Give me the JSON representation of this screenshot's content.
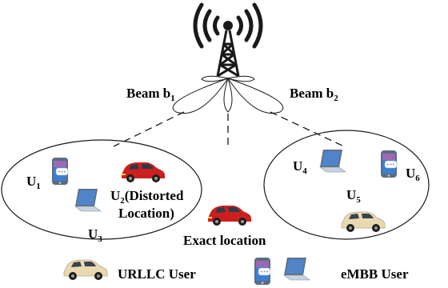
{
  "tower": {
    "icon": "cell-tower-icon",
    "signal_icon": "radio-waves-icon"
  },
  "beams": [
    {
      "name": "Beam b",
      "subscript": "1"
    },
    {
      "name": "Beam b",
      "subscript": "2"
    }
  ],
  "users": {
    "u1": {
      "letter": "U",
      "sub": "1",
      "icon": "smartphone-icon"
    },
    "u2": {
      "letter": "U",
      "sub": "2",
      "suffix": "(Distorted",
      "line2": "Location)",
      "icon": "red-car-icon"
    },
    "u3": {
      "letter": "U",
      "sub": "3",
      "icon": "laptop-icon"
    },
    "u4": {
      "letter": "U",
      "sub": "4",
      "icon": "laptop-icon"
    },
    "u5": {
      "letter": "U",
      "sub": "5",
      "icon": "beige-car-icon"
    },
    "u6": {
      "letter": "U",
      "sub": "6",
      "icon": "smartphone-icon"
    }
  },
  "exact_location": {
    "label": "Exact location",
    "icon": "red-car-icon"
  },
  "legend": {
    "urllc": {
      "label": "URLLC User",
      "icon": "beige-car-icon"
    },
    "embb": {
      "label": "eMBB User",
      "icons": [
        "smartphone-icon",
        "laptop-icon"
      ]
    }
  },
  "colors": {
    "car_red": "#cc1f1f",
    "car_beige": "#e8d9b0",
    "phone_blue": "#3a7fd6",
    "laptop_blue": "#3f6fb5"
  }
}
